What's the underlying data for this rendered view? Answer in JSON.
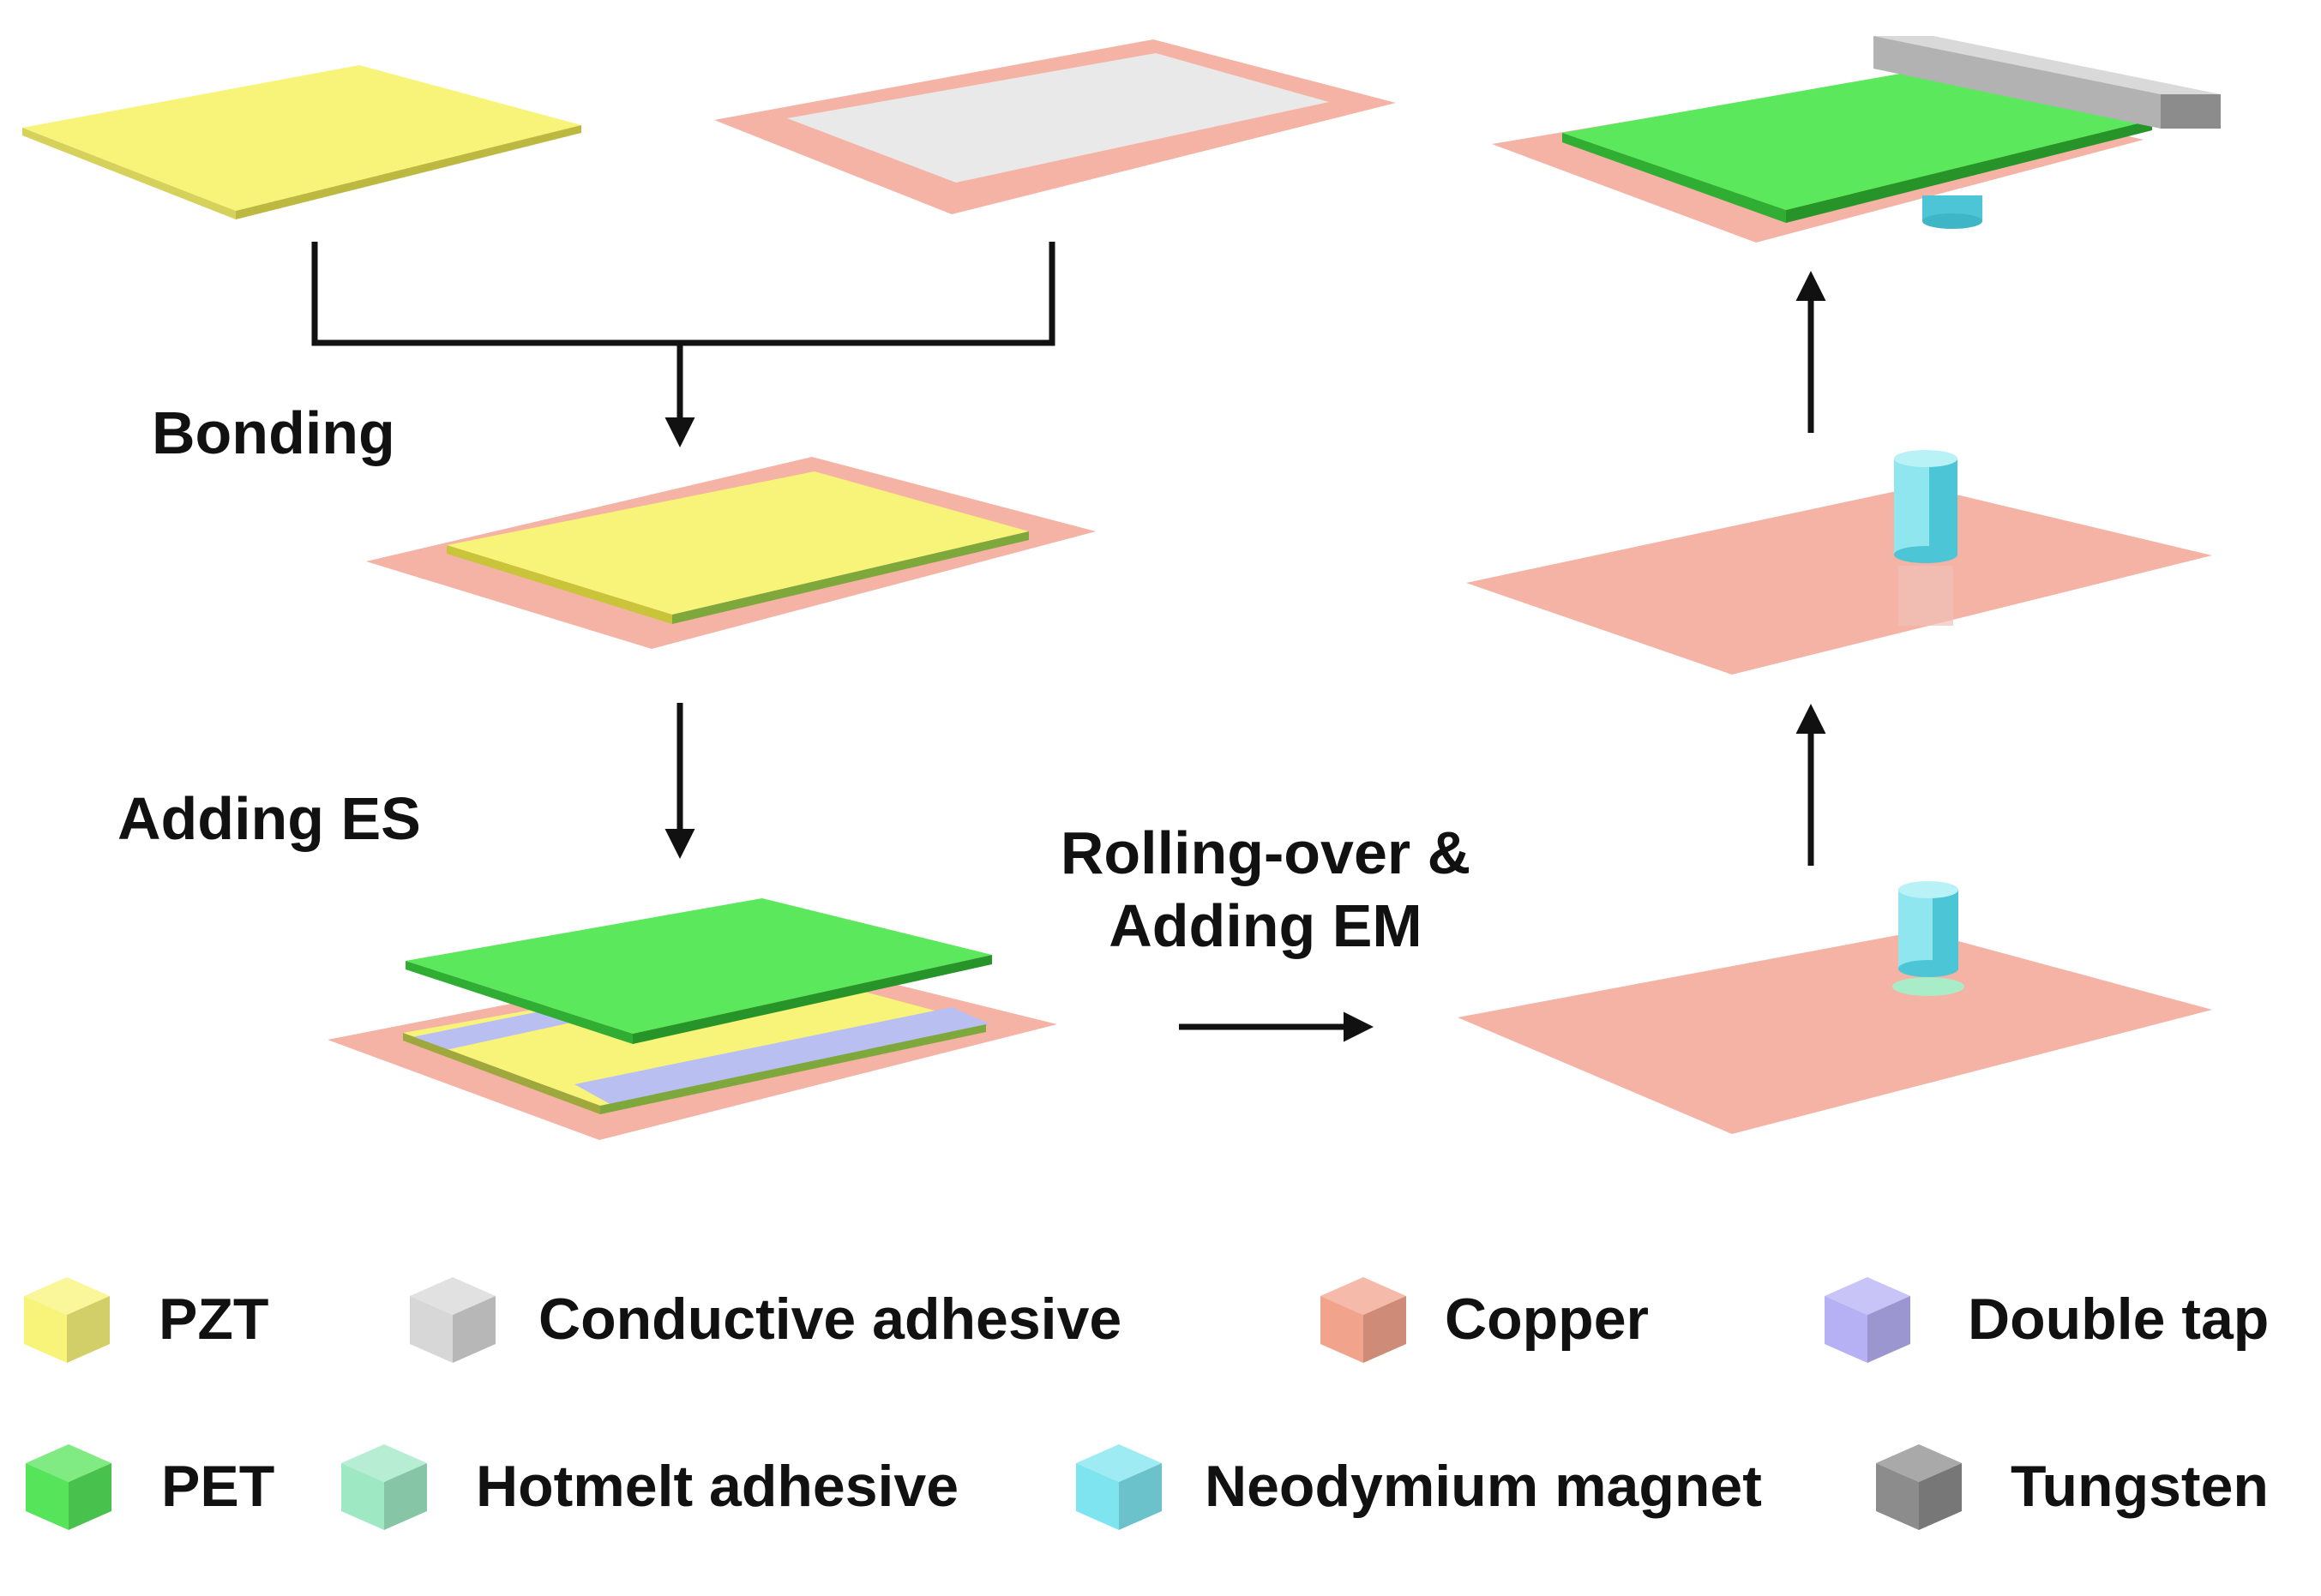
{
  "steps": {
    "bonding": "Bonding",
    "adding_es": "Adding ES",
    "rolling_line1": "Rolling-over &",
    "rolling_line2": "Adding EM"
  },
  "legend": [
    {
      "label": "PZT",
      "color": "#f8f47a"
    },
    {
      "label": "Conductive adhesive",
      "color": "#d7d7d7"
    },
    {
      "label": "Copper",
      "color": "#f2a38c"
    },
    {
      "label": "Double tap",
      "color": "#b6b0f4"
    },
    {
      "label": "PET",
      "color": "#55e45a"
    },
    {
      "label": "Hotmelt adhesive",
      "color": "#9fe8c4"
    },
    {
      "label": "Neodymium magnet",
      "color": "#7ee4ef"
    },
    {
      "label": "Tungsten",
      "color": "#8c8c8c"
    }
  ],
  "colors": {
    "pzt": "#f8f47a",
    "pzt_edge": "#c9c43a",
    "copper": "#f4b3a4",
    "conductive": "#e8e8e8",
    "pet": "#5ce85c",
    "pet_edge": "#2fae33",
    "double_tap": "#b9bff0",
    "magnet": "#8fe6ef",
    "magnet_dark": "#4cc6d6",
    "hotmelt": "#a8ecc8",
    "tungsten": "#b7b7b7",
    "arrow": "#111111"
  }
}
